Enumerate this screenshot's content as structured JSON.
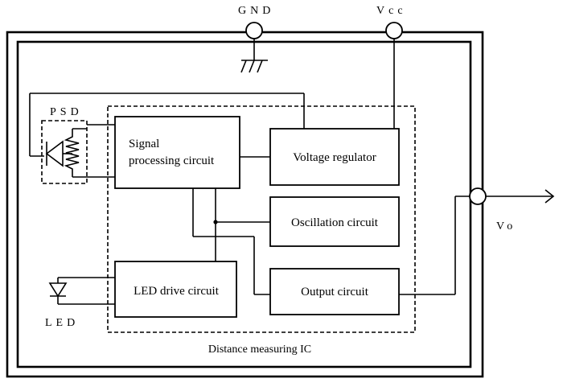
{
  "pins": {
    "gnd": "GND",
    "vcc": "Vcc",
    "vo": "Vo"
  },
  "blocks": {
    "signal_processing_line1": "Signal",
    "signal_processing_line2": "processing circuit",
    "voltage_regulator": "Voltage regulator",
    "oscillation_circuit": "Oscillation circuit",
    "led_drive_circuit": "LED drive circuit",
    "output_circuit": "Output circuit"
  },
  "components": {
    "psd": "PSD",
    "led": "LED"
  },
  "ic_label": "Distance measuring IC"
}
